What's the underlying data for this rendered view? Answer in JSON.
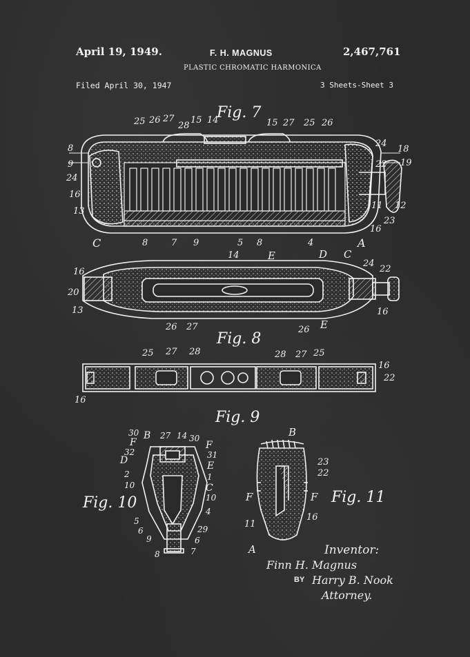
{
  "header": {
    "date": "April 19, 1949.",
    "inventor": "F. H. MAGNUS",
    "patent_number": "2,467,761",
    "title": "PLASTIC CHROMATIC HARMONICA",
    "filed": "Filed April 30, 1947",
    "sheets": "3 Sheets-Sheet 3"
  },
  "figures": {
    "fig7": "Fig. 7",
    "fig8": "Fig. 8",
    "fig9": "Fig. 9",
    "fig10": "Fig. 10",
    "fig11": "Fig. 11"
  },
  "labels": {
    "fig7_top": [
      "25",
      "26",
      "27",
      "28",
      "15",
      "14",
      "15",
      "27",
      "25",
      "26"
    ],
    "fig7_left": [
      "8",
      "9",
      "24",
      "16",
      "13",
      "C"
    ],
    "fig7_right": [
      "24",
      "18",
      "22",
      "19",
      "11",
      "12",
      "23",
      "16",
      "A"
    ],
    "fig7_bottom": [
      "8",
      "7",
      "9",
      "5",
      "8",
      "4"
    ],
    "fig8_labels": [
      "14",
      "E",
      "D",
      "C",
      "24",
      "22",
      "16",
      "20",
      "13",
      "16",
      "26",
      "27",
      "26",
      "E"
    ],
    "fig9_labels": [
      "25",
      "27",
      "28",
      "28",
      "27",
      "25",
      "16",
      "22",
      "16"
    ],
    "fig10_labels": [
      "30",
      "B",
      "27",
      "14",
      "30",
      "F",
      "F",
      "32",
      "D",
      "31",
      "E",
      "2",
      "1",
      "10",
      "C",
      "10",
      "4",
      "5",
      "6",
      "29",
      "9",
      "6",
      "8",
      "7"
    ],
    "fig11_labels": [
      "B",
      "23",
      "22",
      "F",
      "F",
      "11",
      "16",
      "A"
    ]
  },
  "signature": {
    "inventor_label": "Inventor:",
    "inventor_name": "Finn H. Magnus",
    "by": "BY",
    "attorney_name": "Harry B. Nook",
    "attorney_label": "Attorney."
  }
}
